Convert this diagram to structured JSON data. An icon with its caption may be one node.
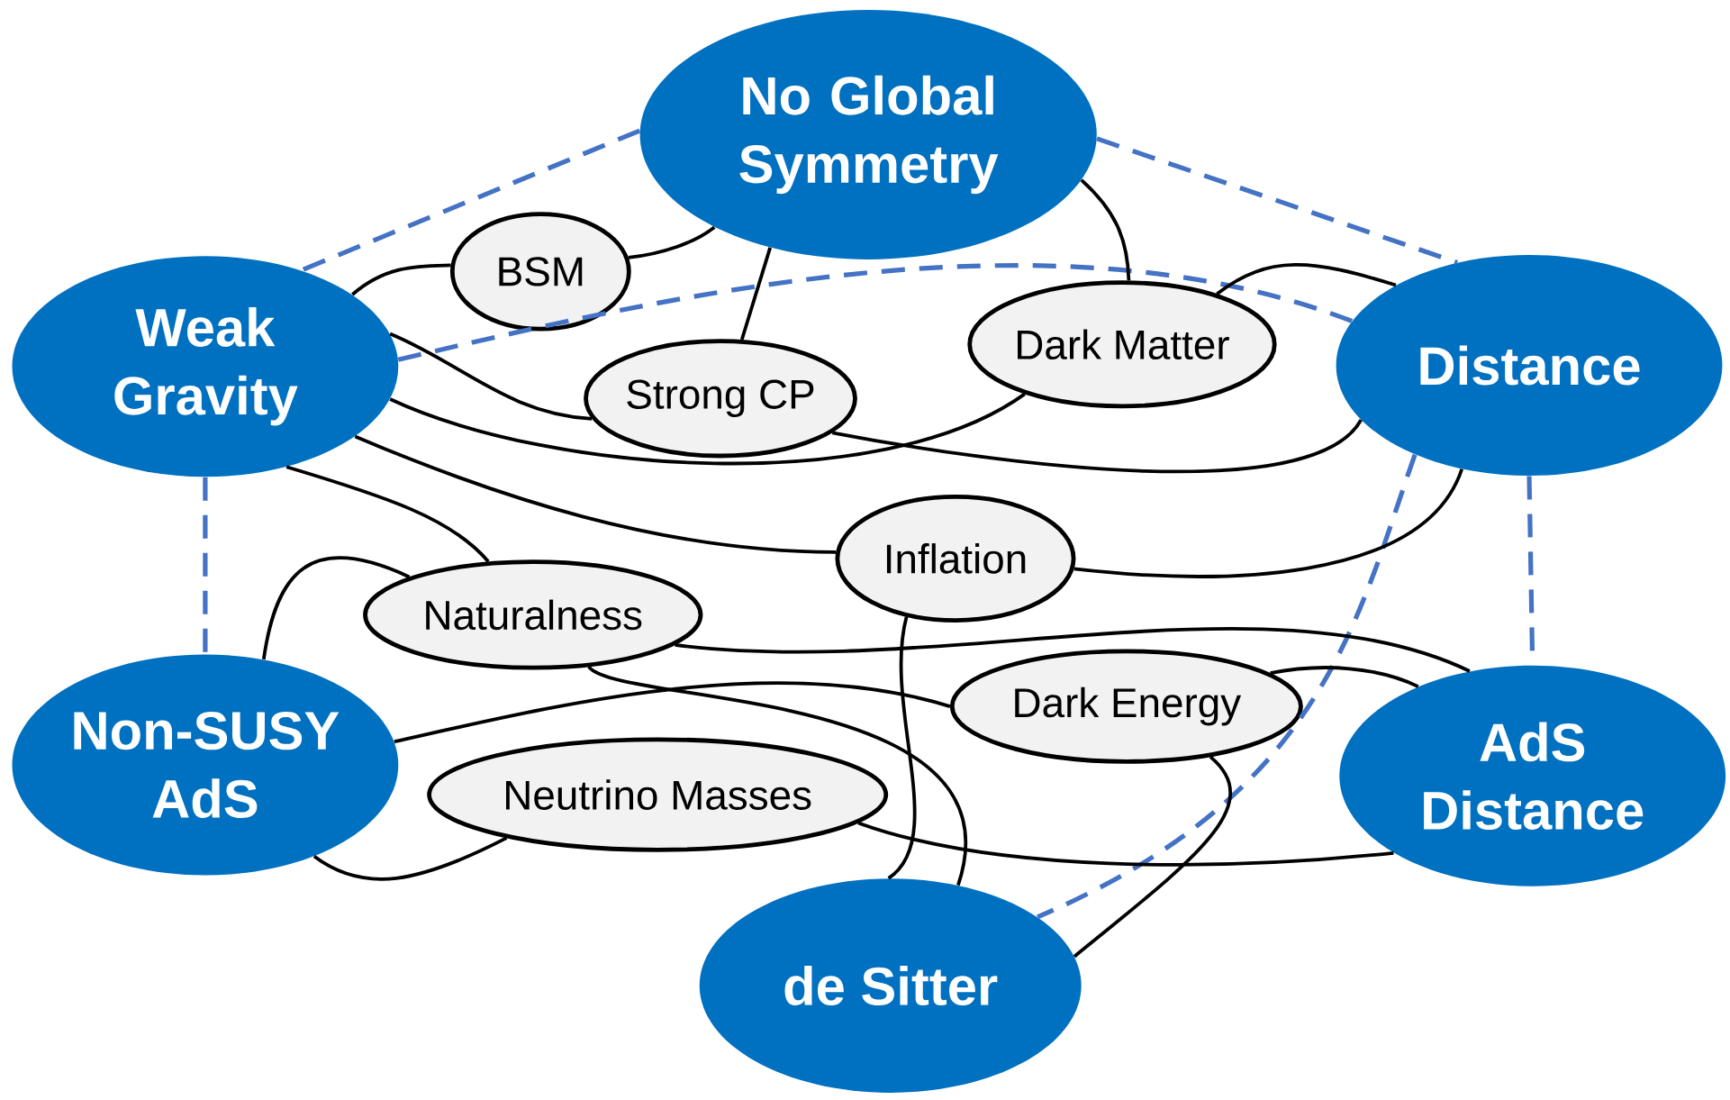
{
  "diagram": {
    "nodes": [
      {
        "text": [
          "No Global Symmetry"
        ]
      },
      {
        "text": [
          "Weak Gravity"
        ]
      },
      {
        "text": [
          "Distance"
        ]
      },
      {
        "text": [
          "BSM"
        ]
      },
      {
        "text": [
          "Strong CP"
        ]
      },
      {
        "text": [
          "Dark Matter"
        ]
      },
      {
        "text": [
          "Inflation"
        ]
      },
      {
        "text": [
          "Naturalness"
        ]
      },
      {
        "text": [
          "Dark Energy"
        ]
      },
      {
        "text": [
          "Non-SUSY AdS"
        ]
      },
      {
        "text": [
          "Neutrino Masses"
        ]
      },
      {
        "text": [
          "AdS Distance"
        ]
      },
      {
        "text": [
          "de Sitter"
        ]
      }
    ],
    "edges": [
      {
        "from": 0,
        "to": 1,
        "arrow": "none",
        "style": "dashed",
        "color": "#4472c4"
      },
      {
        "from": 0,
        "to": 2,
        "arrow": "none",
        "style": "dashed",
        "color": "#4472c4"
      },
      {
        "from": 1,
        "to": 2,
        "arrow": "none",
        "style": "dashed",
        "color": "#4472c4"
      },
      {
        "from": 1,
        "to": 9,
        "arrow": "none",
        "style": "dashed",
        "color": "#4472c4"
      },
      {
        "from": 2,
        "to": 11,
        "arrow": "none",
        "style": "dashed",
        "color": "#4472c4"
      },
      {
        "from": 2,
        "to": 12,
        "arrow": "none",
        "style": "dashed",
        "color": "#4472c4"
      },
      {
        "from": 1,
        "to": 3,
        "arrow": "none"
      },
      {
        "from": 3,
        "to": 0,
        "arrow": "none"
      },
      {
        "from": 0,
        "to": 4,
        "arrow": "none"
      },
      {
        "from": 0,
        "to": 5,
        "arrow": "none"
      },
      {
        "from": 5,
        "to": 2,
        "arrow": "none"
      },
      {
        "from": 1,
        "to": 4,
        "arrow": "none"
      },
      {
        "from": 4,
        "to": 2,
        "arrow": "none"
      },
      {
        "from": 1,
        "to": 5,
        "arrow": "none"
      },
      {
        "from": 1,
        "to": 6,
        "arrow": "none"
      },
      {
        "from": 1,
        "to": 7,
        "arrow": "none"
      },
      {
        "from": 6,
        "to": 2,
        "arrow": "none"
      },
      {
        "from": 9,
        "to": 7,
        "arrow": "none"
      },
      {
        "from": 7,
        "to": 11,
        "arrow": "none"
      },
      {
        "from": 7,
        "to": 12,
        "arrow": "none"
      },
      {
        "from": 6,
        "to": 12,
        "arrow": "none"
      },
      {
        "from": 9,
        "to": 8,
        "arrow": "none"
      },
      {
        "from": 8,
        "to": 11,
        "arrow": "none"
      },
      {
        "from": 8,
        "to": 12,
        "arrow": "none"
      },
      {
        "from": 9,
        "to": 10,
        "arrow": "none"
      },
      {
        "from": 10,
        "to": 11,
        "arrow": "none"
      }
    ]
  }
}
